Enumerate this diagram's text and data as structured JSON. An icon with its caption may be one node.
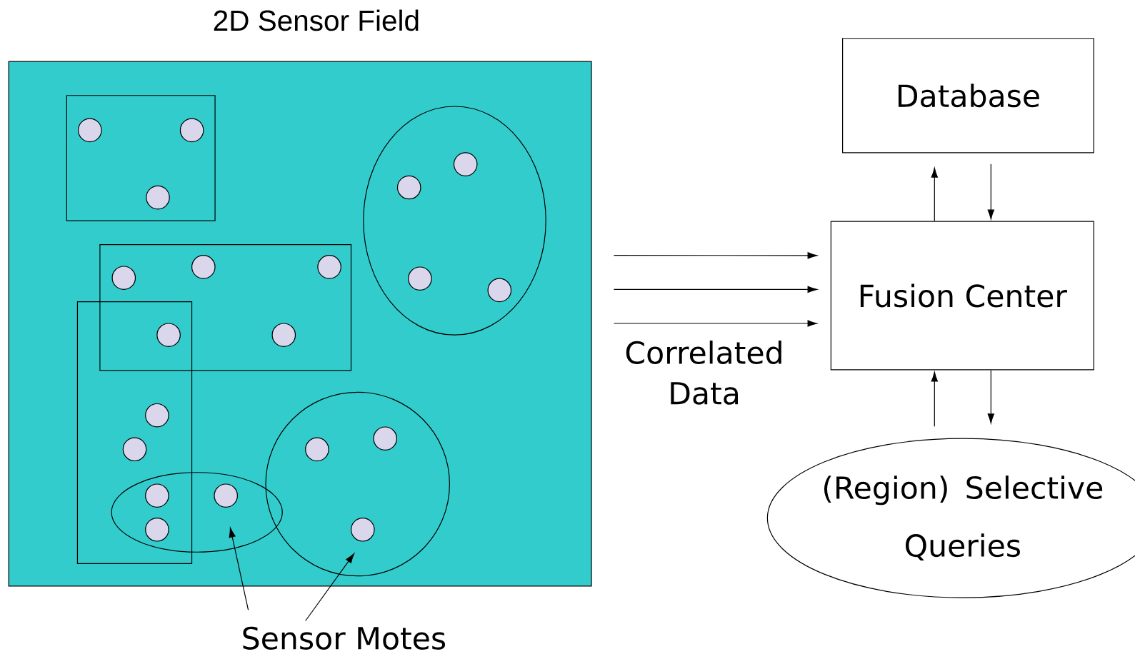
{
  "diagram": {
    "nodes": [
      {
        "text": [
          "2D Sensor Field"
        ]
      },
      {
        "text": [],
        "shape": "box",
        "in": 0
      },
      {
        "text": [],
        "shape": "circle",
        "in": 1
      },
      {
        "text": [],
        "shape": "circle",
        "in": 1
      },
      {
        "text": [],
        "shape": "circle",
        "in": 1
      },
      {
        "text": [],
        "shape": "ellipse",
        "in": 0
      },
      {
        "text": [],
        "shape": "circle",
        "in": 5
      },
      {
        "text": [],
        "shape": "circle",
        "in": 5
      },
      {
        "text": [],
        "shape": "circle",
        "in": 5
      },
      {
        "text": [],
        "shape": "circle",
        "in": 5
      },
      {
        "text": [],
        "shape": "box",
        "in": 0
      },
      {
        "text": [],
        "shape": "circle",
        "in": 10
      },
      {
        "text": [],
        "shape": "circle",
        "in": 10
      },
      {
        "text": [],
        "shape": "circle",
        "in": 10
      },
      {
        "text": [],
        "shape": "circle",
        "in": 10
      },
      {
        "text": [],
        "shape": "box",
        "in": 0
      },
      {
        "text": [],
        "shape": "circle",
        "in": 15
      },
      {
        "text": [],
        "shape": "circle",
        "in": 15
      },
      {
        "text": [],
        "shape": "ellipse",
        "in": 0
      },
      {
        "text": [],
        "shape": "circle",
        "in": 18
      },
      {
        "text": [],
        "shape": "circle"
      },
      {
        "text": [],
        "shape": "circle"
      },
      {
        "text": [],
        "shape": "circle"
      },
      {
        "text": [],
        "shape": "circle",
        "in": 0
      },
      {
        "text": [],
        "shape": "circle",
        "in": 23
      },
      {
        "text": [],
        "shape": "circle",
        "in": 23
      },
      {
        "text": [],
        "shape": "circle",
        "in": 23
      },
      {
        "text": [
          "Sensor Motes"
        ]
      },
      {
        "text": [
          "Database"
        ]
      },
      {
        "text": [
          "Fusion Center"
        ]
      },
      {
        "text": [
          "(Region) Selective Queries"
        ]
      }
    ],
    "edges": [
      {
        "from": 27,
        "to": 19,
        "arrow": "to"
      },
      {
        "from": 27,
        "to": 26,
        "arrow": "to"
      },
      {
        "from": null,
        "to": 29,
        "arrow": "to"
      },
      {
        "from": null,
        "to": 29,
        "arrow": "to"
      },
      {
        "from": null,
        "to": 29,
        "arrow": "to"
      },
      {
        "from": 29,
        "to": 28,
        "arrow": "to"
      },
      {
        "from": 28,
        "to": 29,
        "arrow": "to"
      },
      {
        "from": 30,
        "to": 29,
        "arrow": "to"
      },
      {
        "from": 29,
        "to": 30,
        "arrow": "to"
      }
    ],
    "labels": [
      "Correlated Data"
    ]
  }
}
